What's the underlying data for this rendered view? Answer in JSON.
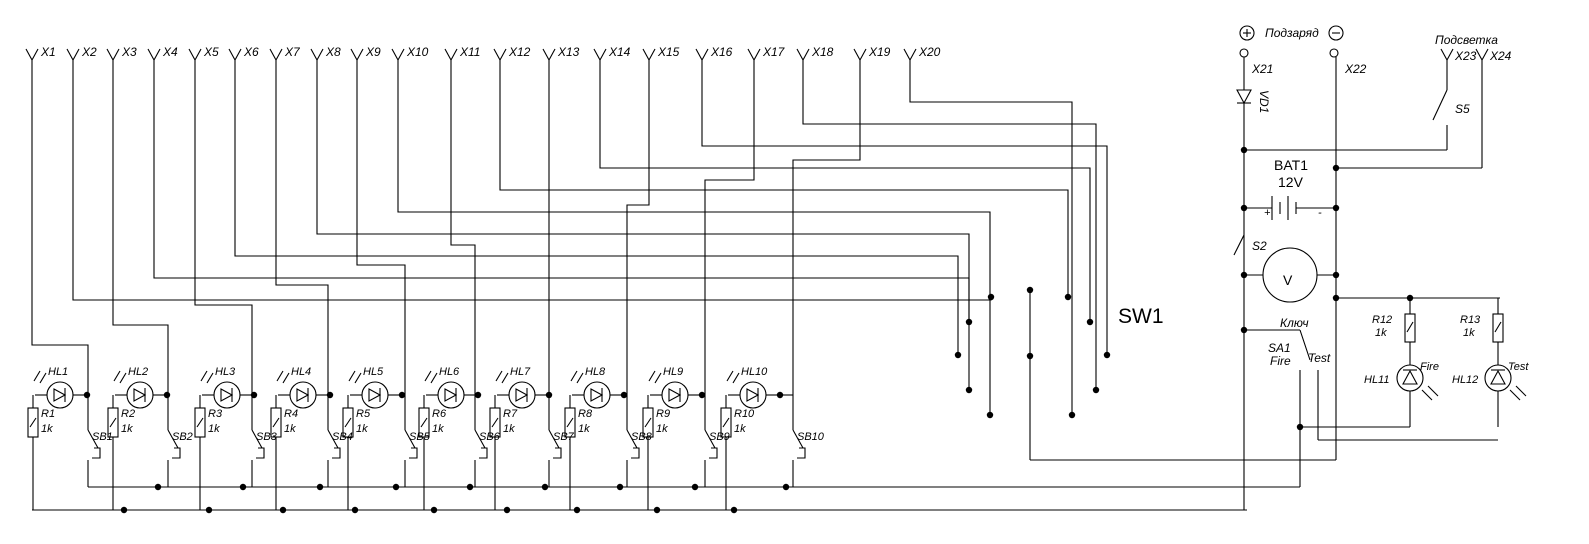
{
  "terminals": [
    "X1",
    "X2",
    "X3",
    "X4",
    "X5",
    "X6",
    "X7",
    "X8",
    "X9",
    "X10",
    "X11",
    "X12",
    "X13",
    "X14",
    "X15",
    "X16",
    "X17",
    "X18",
    "X19",
    "X20"
  ],
  "channels": [
    {
      "led": "HL1",
      "resistor": "R1",
      "value": "1k",
      "button": "SB1"
    },
    {
      "led": "HL2",
      "resistor": "R2",
      "value": "1k",
      "button": "SB2"
    },
    {
      "led": "HL3",
      "resistor": "R3",
      "value": "1k",
      "button": "SB3"
    },
    {
      "led": "HL4",
      "resistor": "R4",
      "value": "1k",
      "button": "SB4"
    },
    {
      "led": "HL5",
      "resistor": "R5",
      "value": "1k",
      "button": "SB5"
    },
    {
      "led": "HL6",
      "resistor": "R6",
      "value": "1k",
      "button": "SB6"
    },
    {
      "led": "HL7",
      "resistor": "R7",
      "value": "1k",
      "button": "SB7"
    },
    {
      "led": "HL8",
      "resistor": "R8",
      "value": "1k",
      "button": "SB8"
    },
    {
      "led": "HL9",
      "resistor": "R9",
      "value": "1k",
      "button": "SB9"
    },
    {
      "led": "HL10",
      "resistor": "R10",
      "value": "1k",
      "button": "SB10"
    }
  ],
  "switch": {
    "label": "SW1"
  },
  "charge": {
    "label": "Подзаряд",
    "plus": "X21",
    "minus": "X22",
    "diode": "VD1"
  },
  "backlight": {
    "label": "Подсветка",
    "t1": "X23",
    "t2": "X24",
    "switch": "S5"
  },
  "battery": {
    "name": "BAT1",
    "voltage": "12V"
  },
  "voltmeter": {
    "switch": "S2",
    "symbol": "V"
  },
  "key": {
    "label": "Ключ",
    "name": "SA1",
    "fire": "Fire",
    "test": "Test"
  },
  "indicators": [
    {
      "resistor": "R12",
      "value": "1k",
      "led": "HL11",
      "label": "Fire"
    },
    {
      "resistor": "R13",
      "value": "1k",
      "led": "HL12",
      "label": "Test"
    }
  ]
}
